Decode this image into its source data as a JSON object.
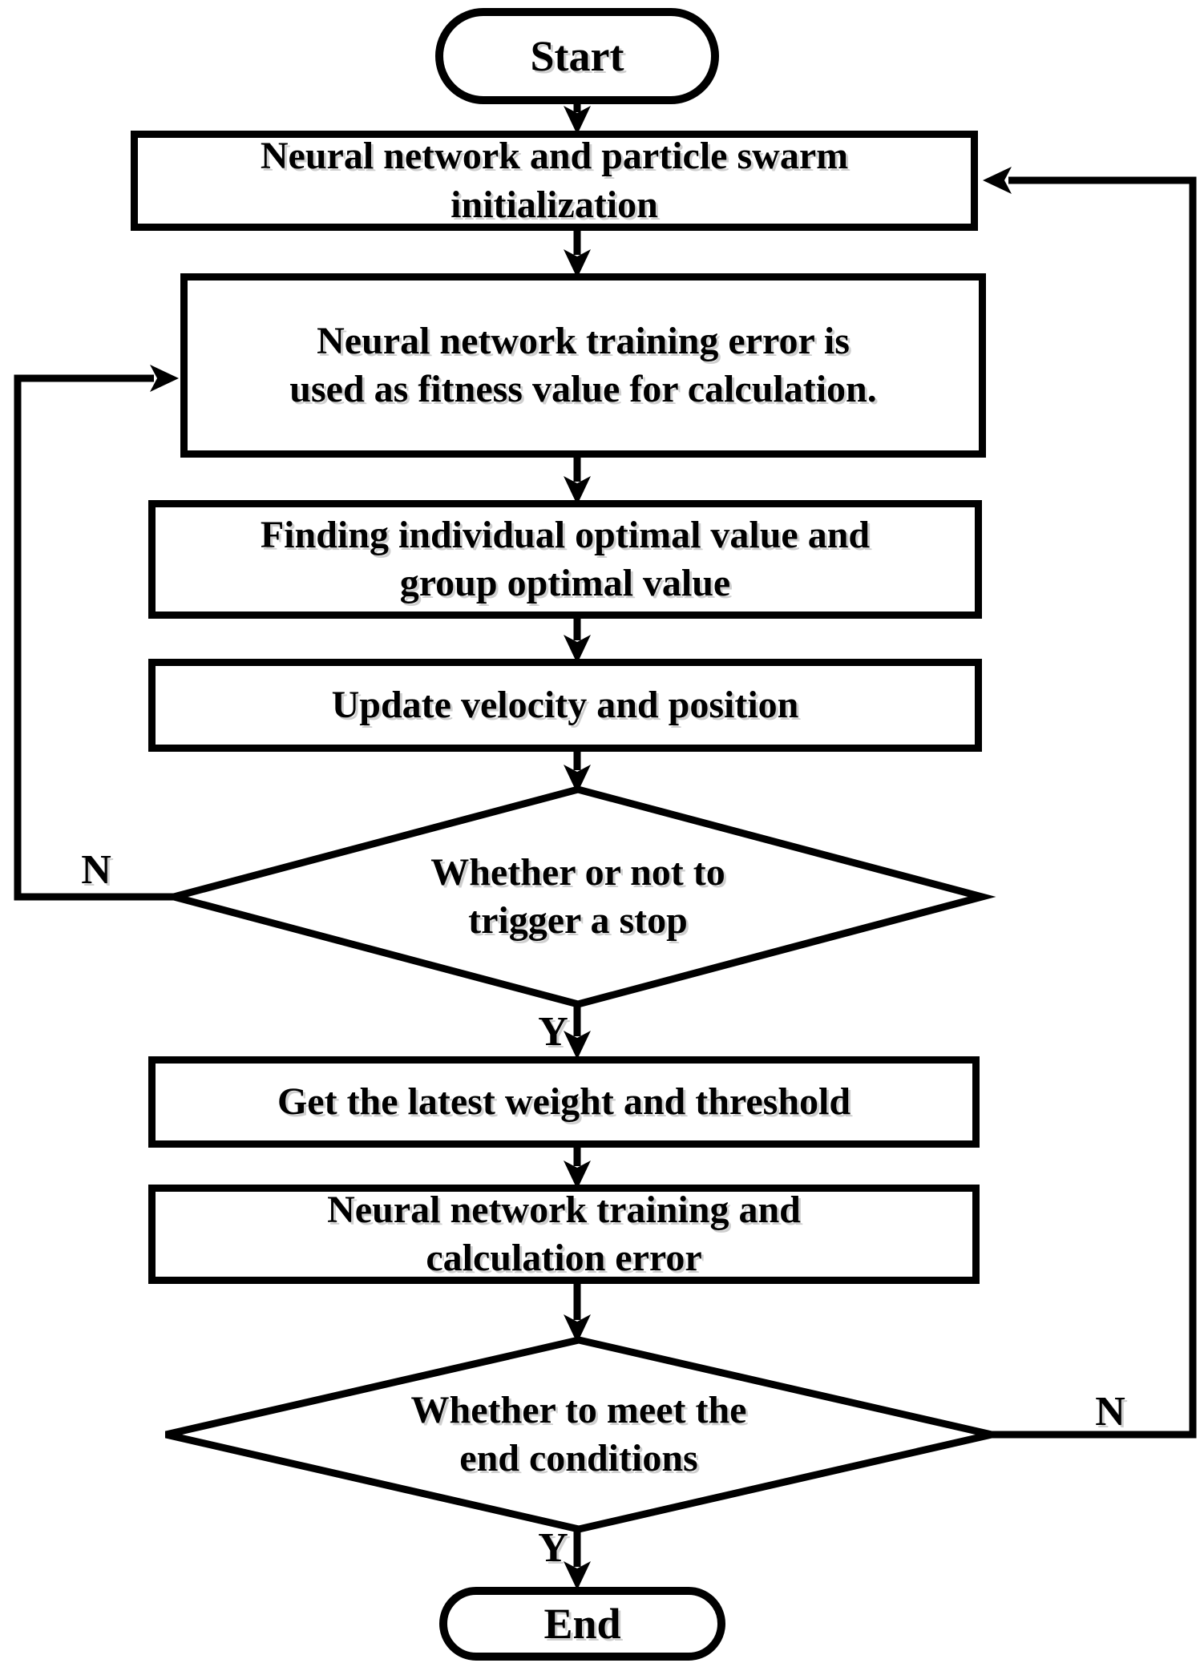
{
  "diagram": {
    "type": "flowchart",
    "nodes": {
      "start": {
        "type": "terminator",
        "label": "Start"
      },
      "init": {
        "type": "process",
        "lines": [
          "Neural network and particle swarm",
          "initialization"
        ]
      },
      "fitness": {
        "type": "process",
        "lines": [
          "Neural network training error is",
          "used as fitness value for calculation."
        ]
      },
      "finding": {
        "type": "process",
        "lines": [
          "Finding individual optimal value and",
          "group optimal value"
        ]
      },
      "update_vp": {
        "type": "process",
        "label": "Update velocity and position"
      },
      "stop_check": {
        "type": "decision",
        "lines": [
          "Whether or not to",
          "trigger a stop"
        ]
      },
      "get_weight": {
        "type": "process",
        "label": "Get the latest weight and threshold"
      },
      "nn_training": {
        "type": "process",
        "lines": [
          "Neural network training and",
          "calculation error"
        ]
      },
      "end_check": {
        "type": "decision",
        "lines": [
          "Whether to meet the",
          "end conditions"
        ]
      },
      "end": {
        "type": "terminator",
        "label": "End"
      }
    },
    "edge_labels": {
      "stop_no": "N",
      "stop_yes": "Y",
      "end_no": "N",
      "end_yes": "Y"
    },
    "colors": {
      "line": "#000000",
      "shape_fill": "#ffffff",
      "text": "#000000",
      "text_shadow": "#cfcfcf",
      "background": "#ffffff"
    }
  }
}
